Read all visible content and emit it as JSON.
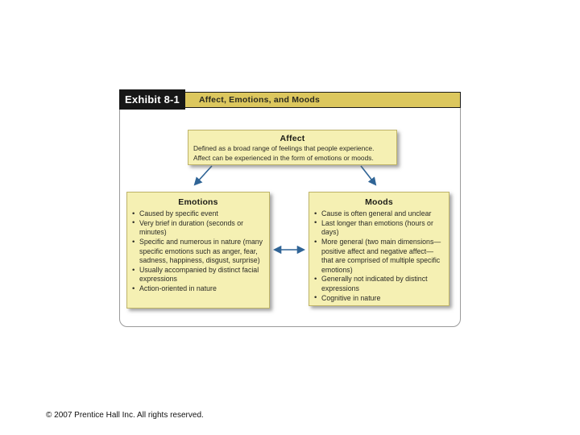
{
  "exhibit": {
    "label": "Exhibit 8-1",
    "title": "Affect, Emotions, and Moods"
  },
  "affect_box": {
    "title": "Affect",
    "line1": "Defined as a broad range of feelings that people experience.",
    "line2": "Affect can be experienced in the form of emotions or moods."
  },
  "emotions_box": {
    "title": "Emotions",
    "bullets": [
      "Caused by specific event",
      "Very brief in duration (seconds or minutes)",
      "Specific and numerous in nature (many specific emotions such as anger, fear, sadness, happiness, disgust, surprise)",
      "Usually accompanied by distinct facial expressions",
      "Action-oriented in nature"
    ]
  },
  "moods_box": {
    "title": "Moods",
    "bullets": [
      "Cause is often general and unclear",
      "Last longer than emotions (hours or days)",
      "More general (two main dimensions—positive affect and negative affect—that are comprised of multiple specific emotions)",
      "Generally not indicated by distinct expressions",
      "Cognitive in nature"
    ]
  },
  "footer": {
    "copyright": "© 2007 Prentice Hall Inc. All rights reserved."
  },
  "colors": {
    "title_bar_gold": "#dcc75e",
    "exhibit_label_bg": "#171717",
    "box_fill": "#f5f0b3",
    "box_border": "#bfb468",
    "arrow_blue": "#2f6496",
    "panel_border": "#9a9a9a"
  }
}
